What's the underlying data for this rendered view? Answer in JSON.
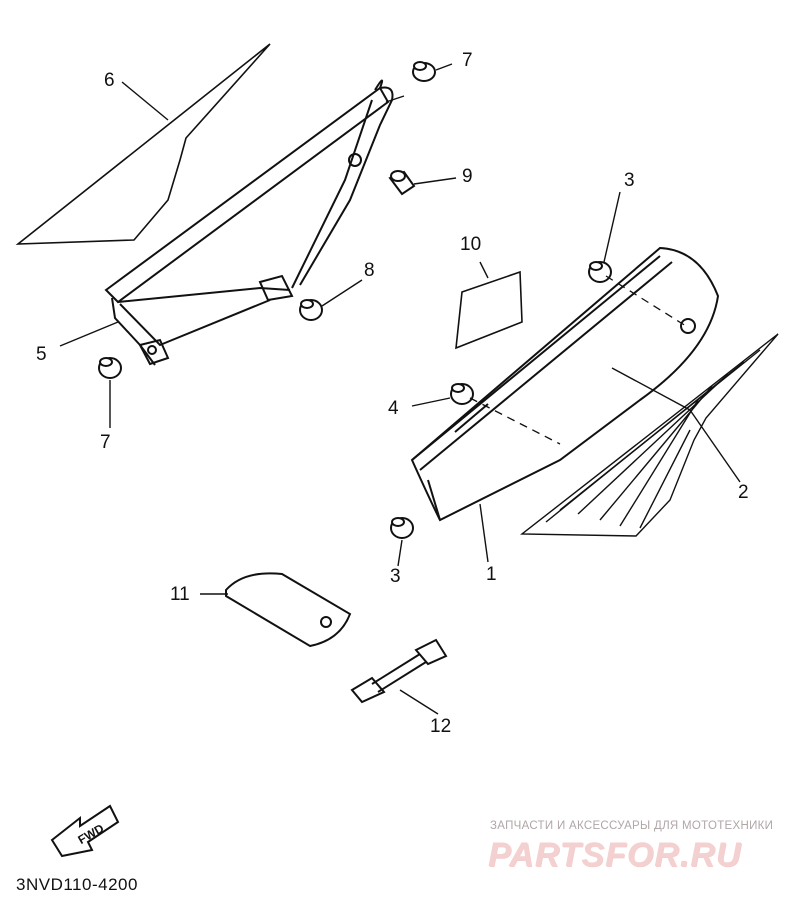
{
  "diagram": {
    "part_code": "3NVD110-4200",
    "fwd_label": "FWD",
    "callouts": {
      "c1": "1",
      "c2": "2",
      "c3a": "3",
      "c3b": "3",
      "c4": "4",
      "c5": "5",
      "c6": "6",
      "c7a": "7",
      "c7b": "7",
      "c8": "8",
      "c9": "9",
      "c10": "10",
      "c11": "11",
      "c12": "12"
    }
  },
  "watermark": {
    "tagline": "ЗАПЧАСТИ И АКСЕССУАРЫ ДЛЯ МОТОТЕХНИКИ",
    "logo": "PARTSFOR.RU",
    "color": "#e06a6a"
  }
}
